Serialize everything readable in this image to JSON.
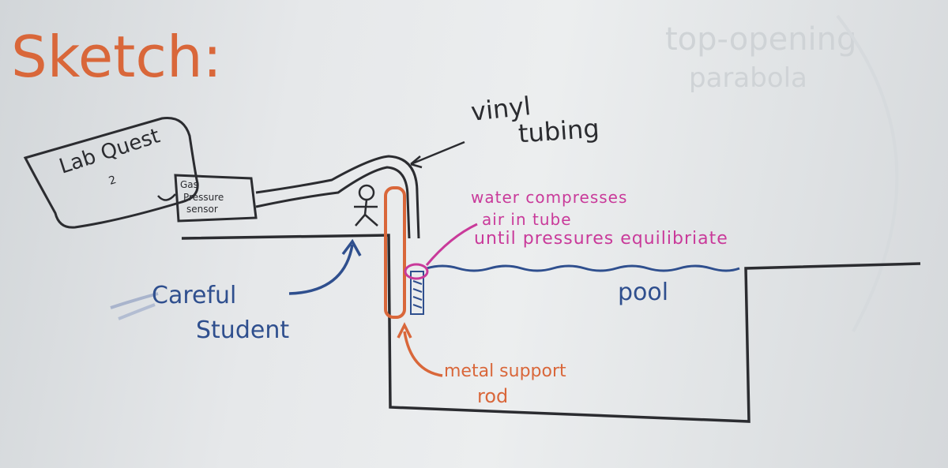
{
  "heading": "Sketch:",
  "device": {
    "line1": "Lab Quest",
    "line2": "2"
  },
  "sensor": {
    "line1": "Gas",
    "line2": "Pressure",
    "line3": "sensor"
  },
  "tubing": {
    "line1": "vinyl",
    "line2": "tubing"
  },
  "annotation": {
    "line1": "water compresses",
    "line2": "air in tube",
    "line3": "until pressures equilibriate"
  },
  "pool_label": "pool",
  "student": {
    "line1": "Careful",
    "line2": "Student"
  },
  "rod": {
    "line1": "metal support",
    "line2": "rod"
  },
  "ghost_text": {
    "line1": "top-opening",
    "line2": "parabola"
  },
  "colors": {
    "black_marker": "#2b2c30",
    "orange_marker": "#d9673a",
    "blue_marker": "#2f4f8e",
    "pink_marker": "#c93a9a"
  }
}
